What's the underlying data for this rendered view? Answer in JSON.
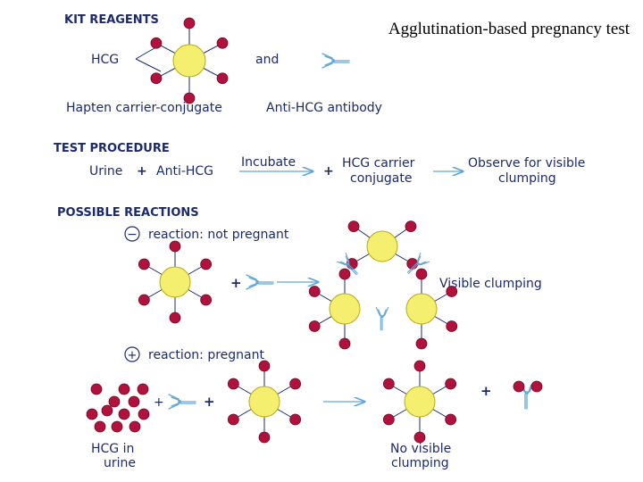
{
  "title": "Agglutination-based pregnancy test",
  "sections": {
    "kit_reagents": "KIT REAGENTS",
    "test_procedure": "TEST PROCEDURE",
    "possible_reactions": "POSSIBLE REACTIONS"
  },
  "kit": {
    "hcg": "HCG",
    "and": "and",
    "hapten_label": "Hapten carrier-conjugate",
    "antibody_label": "Anti-HCG antibody"
  },
  "procedure": {
    "urine": "Urine",
    "plus": "+",
    "anti_hcg": "Anti-HCG",
    "incubate": "Incubate",
    "hcg_carrier_line1": "HCG carrier",
    "hcg_carrier_line2": "conjugate",
    "observe_line1": "Observe for visible",
    "observe_line2": "clumping"
  },
  "reactions": {
    "negative_sign": "−",
    "negative_label": "reaction: not pregnant",
    "visible_clumping": "Visible clumping",
    "positive_sign": "+",
    "positive_label": "reaction: pregnant",
    "hcg_in_line1": "HCG in",
    "hcg_in_line2": "urine",
    "no_visible_line1": "No visible",
    "no_visible_line2": "clumping",
    "plus": "+"
  },
  "colors": {
    "text": "#1b2a6b",
    "hapten": "#b0123d",
    "carrier": "#f4ef6e",
    "antibody": "#5fa7d8",
    "arrow": "#5fa7d8"
  }
}
